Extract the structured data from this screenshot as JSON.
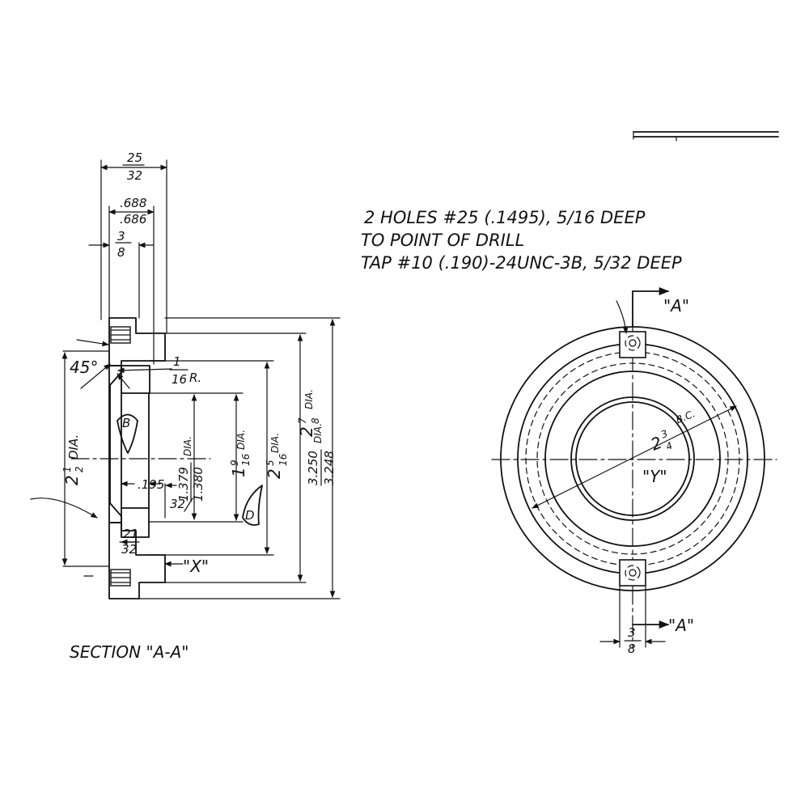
{
  "notes": {
    "line1": "2 HOLES #25 (.1495), 5/16 DEEP",
    "line2": "TO POINT OF DRILL",
    "line3": "TAP #10 (.190)-24UNC-3B, 5/32 DEEP"
  },
  "section": {
    "caption": "SECTION \"A-A\"",
    "width_top": {
      "num": "25",
      "den": "32"
    },
    "tol_width": {
      "upper": ".688",
      "lower": ".686"
    },
    "step_width": {
      "num": "3",
      "den": "8"
    },
    "chamfer_angle": "45°",
    "radius": {
      "num": "1",
      "den": "16",
      "suffix": "R."
    },
    "bore_dia": {
      "upper": "1.379",
      "lower": "1.380",
      "suffix": "DIA."
    },
    "dia_1_9_16": {
      "whole": "1",
      "num": "9",
      "den": "16",
      "suffix": "DIA."
    },
    "dia_2_5_16": {
      "whole": "2",
      "num": "5",
      "den": "16",
      "suffix": "DIA."
    },
    "dia_2_7_8": {
      "whole": "2",
      "num": "7",
      "den": "8",
      "suffix": "DIA."
    },
    "dia_outer": {
      "upper": "3.250",
      "lower": "3.248",
      "suffix": "DIA."
    },
    "dia_2_1_2": {
      "whole": "2",
      "num": "1",
      "den": "2",
      "suffix": "DIA."
    },
    "small_dim": ".195",
    "thirty_two": "32",
    "bottom_frac": {
      "num": "21",
      "den": "32"
    },
    "tag_b": "B",
    "tag_d": "D",
    "tag_x": "\"X\""
  },
  "plan": {
    "section_mark_top": "\"A\"",
    "section_mark_bottom": "\"A\"",
    "bc_dia": {
      "whole": "2",
      "num": "3",
      "den": "4",
      "suffix": "B.C."
    },
    "tag_y": "\"Y\"",
    "bottom_frac": {
      "num": "3",
      "den": "8"
    }
  }
}
